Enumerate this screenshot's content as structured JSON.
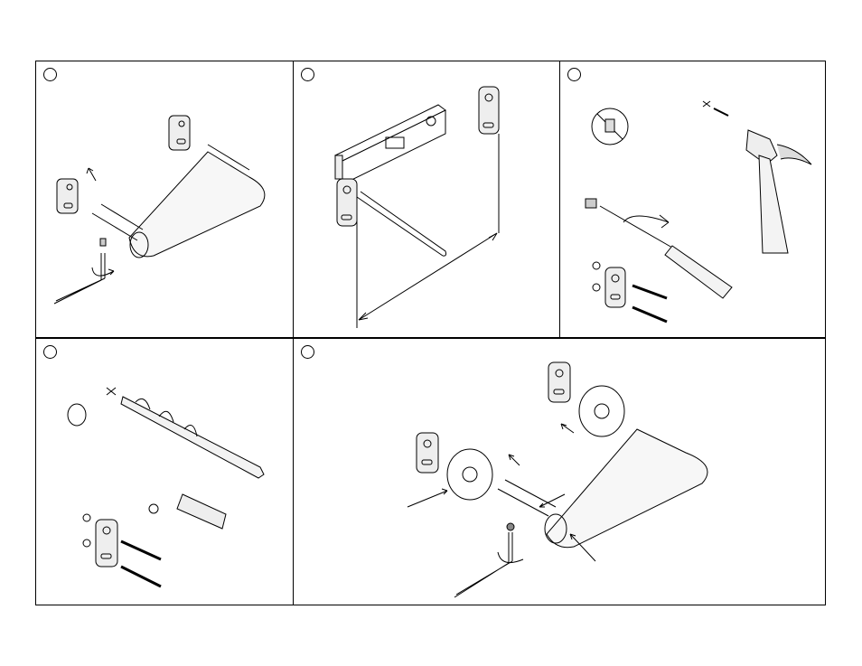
{
  "document": {
    "panels": [
      {
        "id": "panel-1",
        "step_marker": ""
      },
      {
        "id": "panel-2",
        "step_marker": ""
      },
      {
        "id": "panel-3",
        "step_marker": ""
      },
      {
        "id": "panel-4",
        "step_marker": ""
      },
      {
        "id": "panel-5",
        "step_marker": ""
      }
    ],
    "colors": {
      "line": "#000000",
      "fill": "#ffffff",
      "shade": "#e6e6e6"
    }
  }
}
